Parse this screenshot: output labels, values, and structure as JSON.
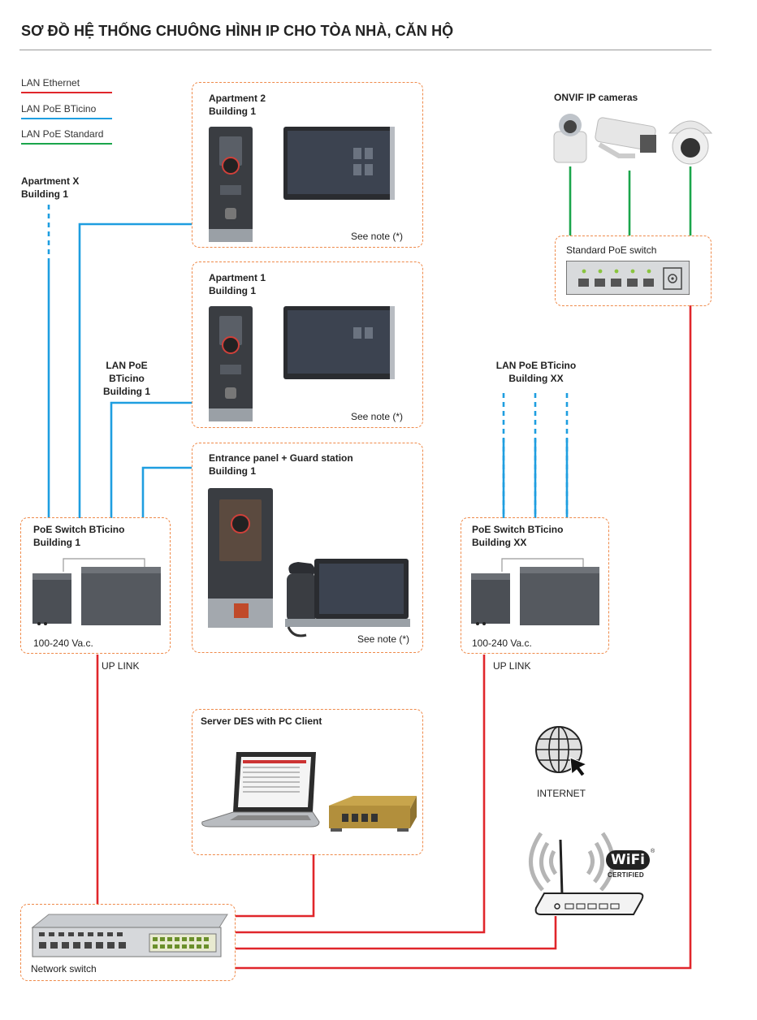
{
  "title": "SƠ ĐỒ HỆ THỐNG CHUÔNG HÌNH IP CHO TÒA NHÀ, CĂN HỘ",
  "legend": [
    {
      "label": "LAN Ethernet",
      "color": "#e0262b"
    },
    {
      "label": "LAN PoE BTicino",
      "color": "#1e9ee0"
    },
    {
      "label": "LAN PoE Standard",
      "color": "#1aa54b"
    }
  ],
  "apartment_x": {
    "line1": "Apartment X",
    "line2": "Building 1"
  },
  "apartment2": {
    "line1": "Apartment 2",
    "line2": "Building 1",
    "note": "See note (*)"
  },
  "apartment1": {
    "line1": "Apartment 1",
    "line2": "Building 1",
    "note": "See note (*)"
  },
  "entrance": {
    "line1": "Entrance panel + Guard station",
    "line2": "Building 1",
    "note": "See note (*)"
  },
  "lan_poe_b1": {
    "line1": "LAN PoE BTicino",
    "line2": "Building 1"
  },
  "lan_poe_bxx": {
    "line1": "LAN PoE BTicino",
    "line2": "Building XX"
  },
  "poe_switch_b1": {
    "line1": "PoE Switch BTicino",
    "line2": "Building 1",
    "power": "100-240 Va.c.",
    "uplink": "UP LINK"
  },
  "poe_switch_bxx": {
    "line1": "PoE Switch BTicino",
    "line2": "Building XX",
    "power": "100-240 Va.c.",
    "uplink": "UP LINK"
  },
  "onvif": {
    "label": "ONVIF IP cameras"
  },
  "std_poe_switch": {
    "label": "Standard PoE switch"
  },
  "server": {
    "label": "Server DES with PC Client"
  },
  "internet": {
    "label": "INTERNET"
  },
  "wifi": {
    "word": "WiFi",
    "certified": "CERTIFIED",
    "mark": "®"
  },
  "network_switch": {
    "label": "Network switch"
  },
  "colors": {
    "ethernet": "#e0262b",
    "poe_bticino": "#1e9ee0",
    "poe_standard": "#1aa54b",
    "box_border": "#ef8a4a"
  }
}
